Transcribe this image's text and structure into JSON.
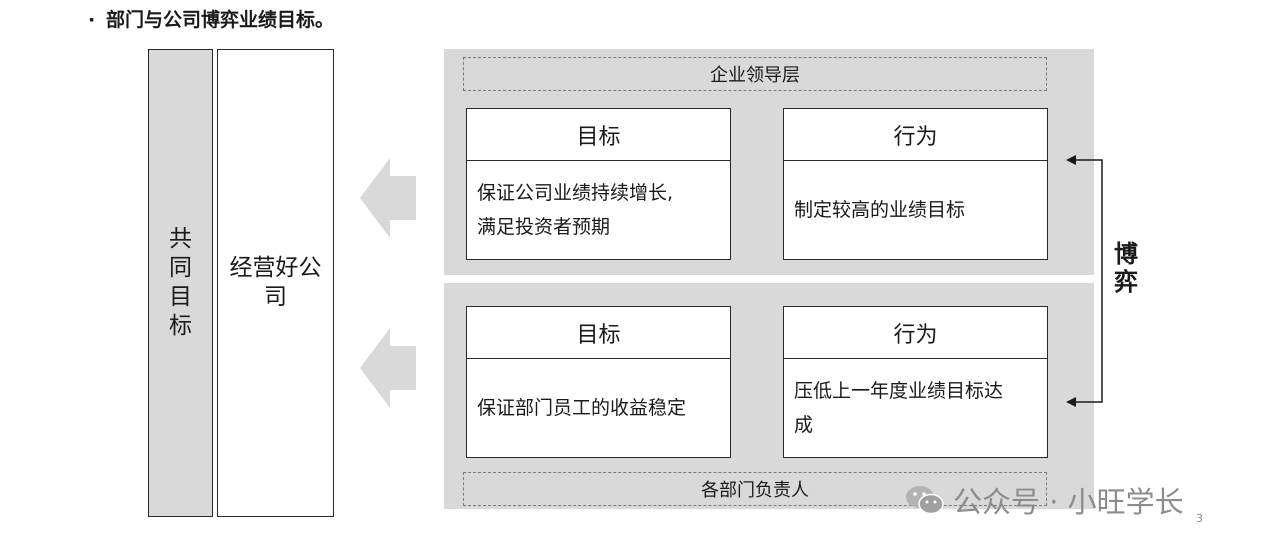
{
  "title": "部门与公司博弈业绩目标。",
  "bullet": "·",
  "left_columns": {
    "common_goal": "共同目标",
    "run_company": "经营好公司"
  },
  "leadership_panel": {
    "label": "企业领导层",
    "goal_box": {
      "header": "目标",
      "line1": "保证公司业绩持续增长,",
      "line2": "满足投资者预期"
    },
    "behavior_box": {
      "header": "行为",
      "line1": "制定较高的业绩目标"
    }
  },
  "department_panel": {
    "label": "各部门负责人",
    "goal_box": {
      "header": "目标",
      "line1": "保证部门员工的收益稳定"
    },
    "behavior_box": {
      "header": "行为",
      "line1": "压低上一年度业绩目标达",
      "line2": "成"
    }
  },
  "game_label": "博弈",
  "watermark": "公众号 · 小旺学长",
  "page_number": "3",
  "colors": {
    "panel_bg": "#d9d9d9",
    "arrow": "#d9d9d9",
    "border": "#2a2a2a"
  }
}
